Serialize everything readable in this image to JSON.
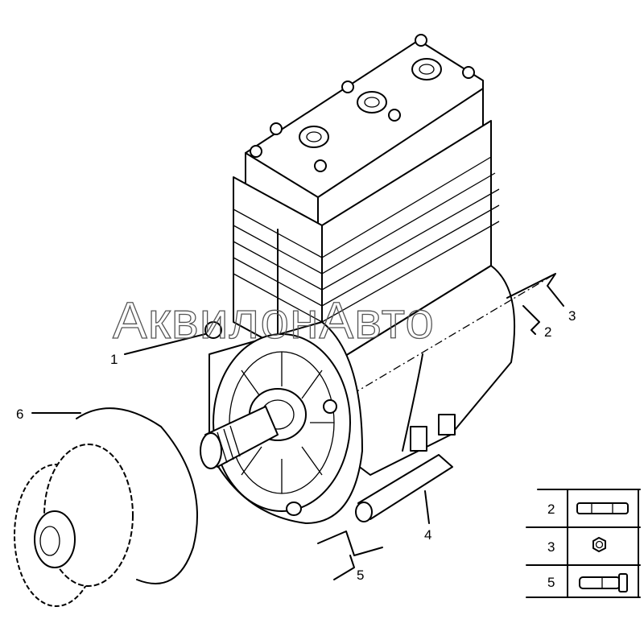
{
  "diagram": {
    "callouts": [
      {
        "id": "1",
        "label": "1"
      },
      {
        "id": "2",
        "label": "2"
      },
      {
        "id": "3",
        "label": "3"
      },
      {
        "id": "4",
        "label": "4"
      },
      {
        "id": "5",
        "label": "5"
      },
      {
        "id": "6",
        "label": "6"
      }
    ],
    "watermark": "АквилонАвто",
    "legend": [
      {
        "number": "2",
        "icon": "stud-icon"
      },
      {
        "number": "3",
        "icon": "hex-nut-icon"
      },
      {
        "number": "5",
        "icon": "bolt-icon"
      }
    ]
  }
}
